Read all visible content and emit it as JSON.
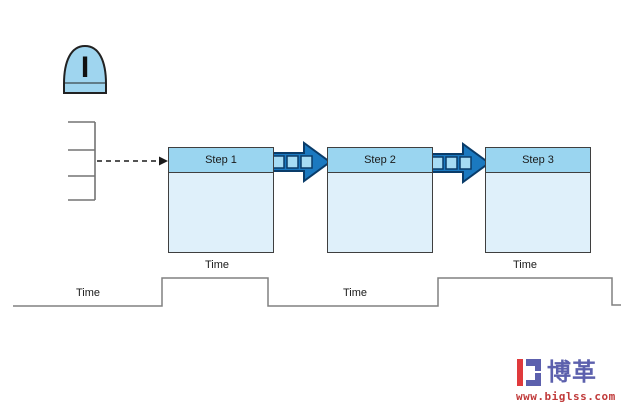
{
  "canvas": {
    "background": "#ffffff"
  },
  "colors": {
    "box_header": "#9AD5F0",
    "box_body": "#DFF0FA",
    "box_border": "#3F3F3F",
    "inventory_fill": "#9FD5EF",
    "push_arrow_fill": "#1B79C0",
    "push_arrow_stroke": "#0A3C69",
    "push_arrow_square": "#A6DCF4",
    "ladder_line": "#808080",
    "logo_blue": "#5C60AD",
    "logo_red": "#E03A3C",
    "url_red": "#C03A3A"
  },
  "inventory": {
    "label": "I"
  },
  "process_boxes": [
    {
      "label": "Step 1"
    },
    {
      "label": "Step 2"
    },
    {
      "label": "Step 3"
    }
  ],
  "time_labels": {
    "wait1": "Time",
    "process1": "Time",
    "wait2": "Time",
    "process2": "Time"
  },
  "logo": {
    "name": "博革",
    "url": "www.biglss.com"
  }
}
